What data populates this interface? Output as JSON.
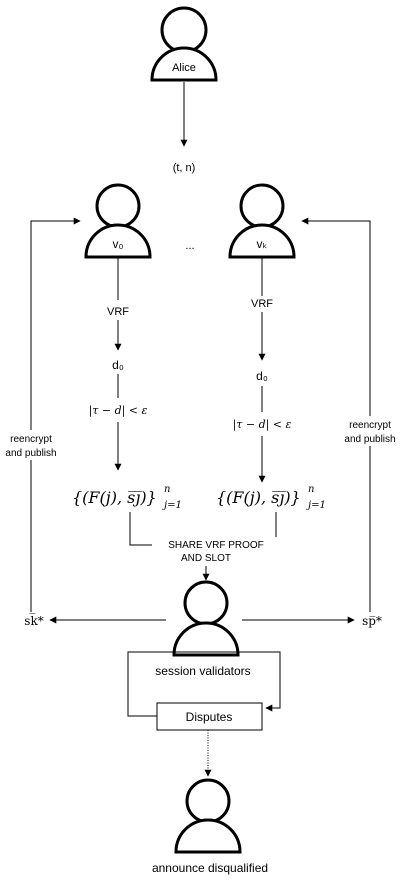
{
  "actors": {
    "alice": "Alice",
    "v0": "v₀",
    "vk": "vₖ",
    "session_validators": "session validators",
    "announce": "announce disqualified"
  },
  "labels": {
    "tn": "(t, n)",
    "ellipsis": "...",
    "vrf_left": "VRF",
    "vrf_right": "VRF",
    "d0_left": "d₀",
    "d0_right": "d₀",
    "cond_left": "|τ − d| < ε",
    "cond_right": "|τ − d| < ε",
    "set_left_main": "{(F(j), s̅j̅)}",
    "set_left_sup": "n",
    "set_left_sub": "j=1",
    "set_right_main": "{(F(j), s̅j̅)}",
    "set_right_sup": "n",
    "set_right_sub": "j=1",
    "share_line1": "SHARE VRF PROOF",
    "share_line2": "AND SLOT",
    "reencrypt_left_1": "reencrypt",
    "reencrypt_left_2": "and publish",
    "reencrypt_right_1": "reencrypt",
    "reencrypt_right_2": "and publish",
    "sk": "sk̅*",
    "sp": "sp̅*",
    "disputes": "Disputes"
  }
}
